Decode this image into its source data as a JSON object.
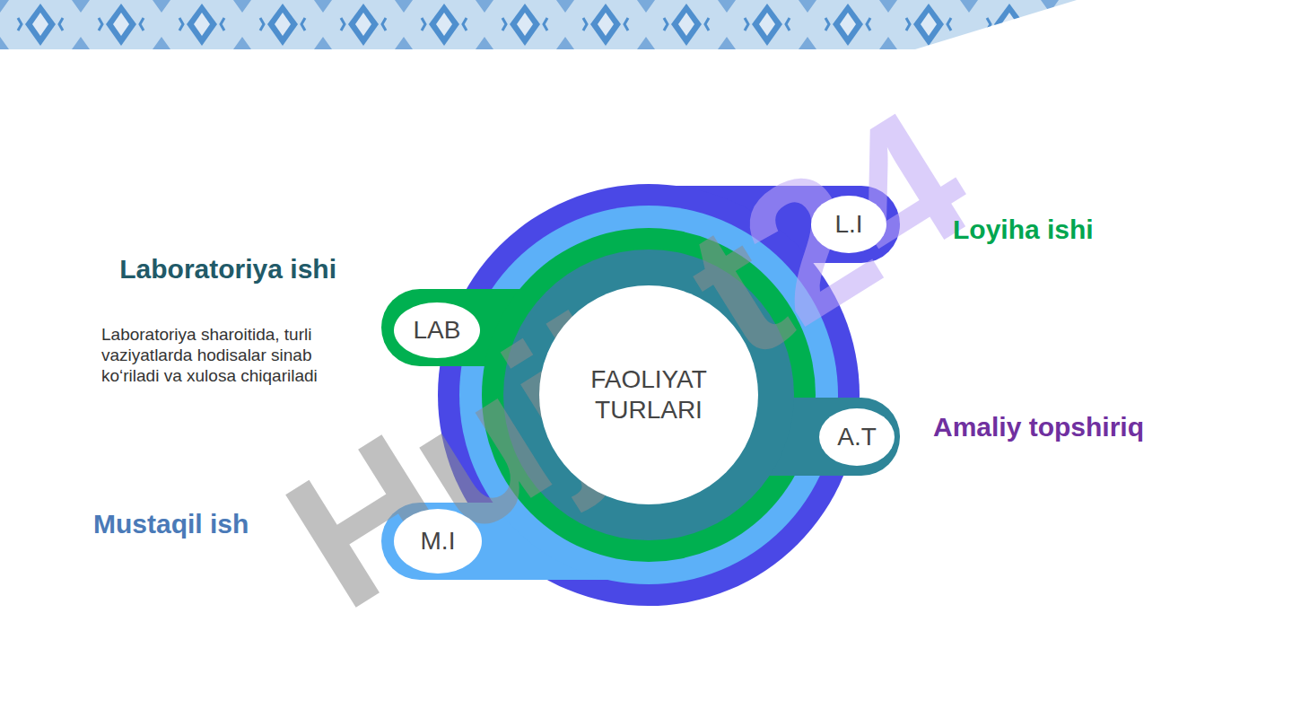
{
  "diagram": {
    "nodes": [
      {
        "text": [
          "FAOLIYAT TURLARI"
        ]
      },
      {
        "text": [
          "L.I"
        ]
      },
      {
        "text": [
          "LAB"
        ]
      },
      {
        "text": [
          "A.T"
        ]
      },
      {
        "text": [
          "M.I"
        ]
      }
    ],
    "labels": [
      "Loyiha ishi",
      "Laboratoriya ishi",
      "Laboratoriya sharoitida, turli vaziyatlarda hodisalar sinab ko‘riladi va xulosa chiqariladi",
      "Amaliy topshiriq",
      "Mustaqil ish",
      "Hujjat",
      "24"
    ]
  }
}
